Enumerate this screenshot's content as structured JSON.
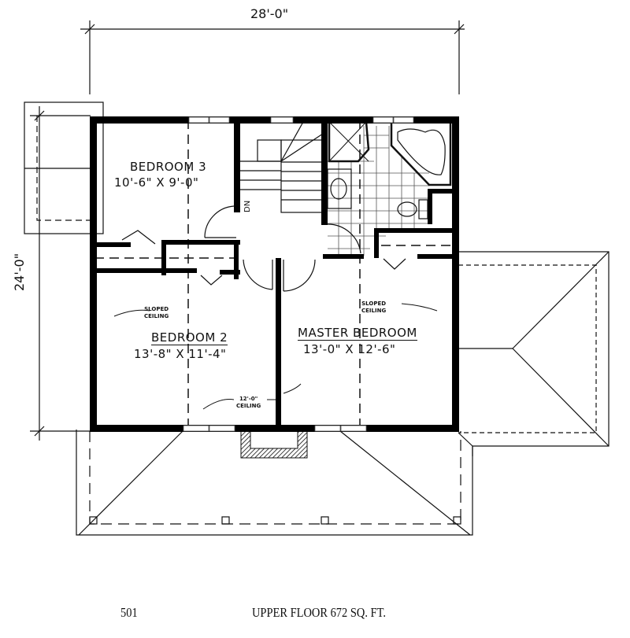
{
  "plan": {
    "title": "UPPER FLOOR 672 SQ. FT.",
    "plan_number": "501",
    "overall_width": "28'-0\"",
    "overall_depth": "24'-0\"",
    "stair_label": "DN",
    "colors": {
      "wall": "#000000",
      "line": "#111111",
      "tile": "#555555",
      "background": "#ffffff"
    }
  },
  "rooms": [
    {
      "name": "BEDROOM 3",
      "size": "10'-6\" X 9'-0\""
    },
    {
      "name": "BEDROOM 2",
      "size": "13'-8\" X 11'-4\""
    },
    {
      "name": "MASTER BEDROOM",
      "size": "13'-0\" X 12'-6\""
    }
  ],
  "notes": {
    "bed2_sloped": "SLOPED\nCEILING",
    "bed2_ceiling": "12'-0\"\nCEILING",
    "master_sloped": "SLOPED\nCEILING"
  }
}
